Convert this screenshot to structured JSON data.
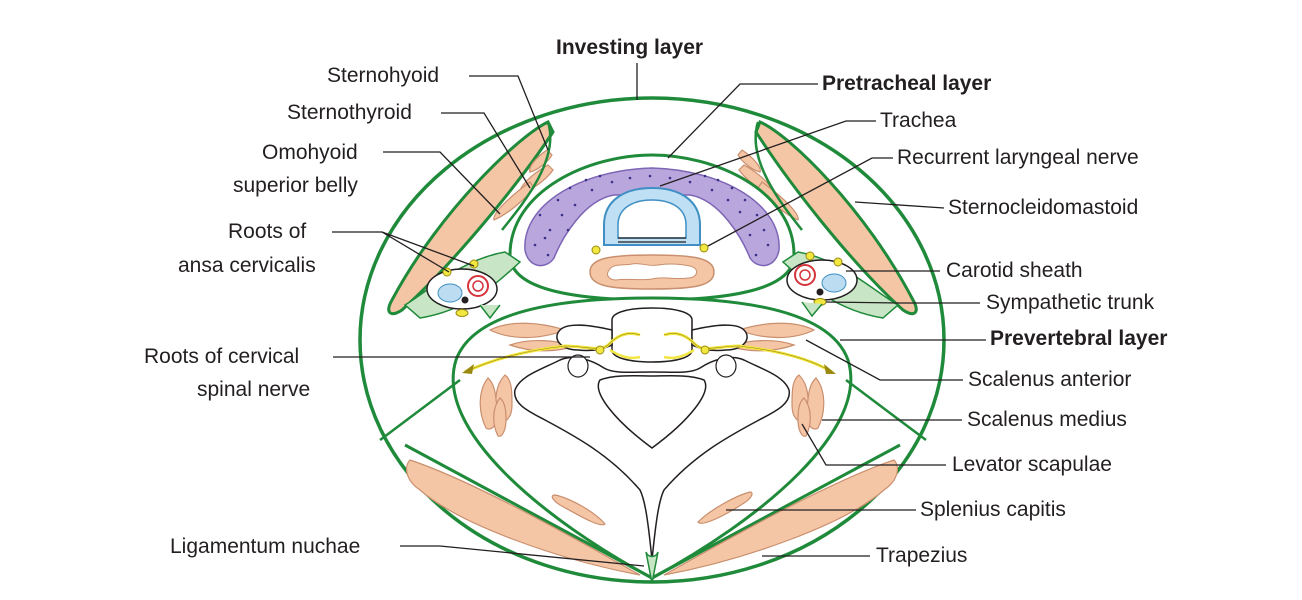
{
  "labels": {
    "investing_layer": "Investing layer",
    "pretracheal_layer": "Pretracheal layer",
    "prevertebral_layer": "Prevertebral layer",
    "sternohyoid": "Sternohyoid",
    "sternothyroid": "Sternothyroid",
    "omohyoid_line1": "Omohyoid",
    "omohyoid_line2": "superior belly",
    "roots_ansa_line1": "Roots of",
    "roots_ansa_line2": "ansa cervicalis",
    "roots_spinal_line1": "Roots of cervical",
    "roots_spinal_line2": "spinal nerve",
    "ligamentum_nuchae": "Ligamentum nuchae",
    "trachea": "Trachea",
    "recurrent_laryngeal": "Recurrent laryngeal nerve",
    "sternocleidomastoid": "Sternocleidomastoid",
    "carotid_sheath": "Carotid sheath",
    "sympathetic_trunk": "Sympathetic trunk",
    "scalenus_anterior": "Scalenus anterior",
    "scalenus_medius": "Scalenus medius",
    "levator_scapulae": "Levator scapulae",
    "splenius_capitis": "Splenius capitis",
    "trapezius": "Trapezius"
  },
  "colors": {
    "fascia": "#1f8a3a",
    "muscle": "#f5c6a5",
    "muscle_stroke": "#c98f6e",
    "trachea": "#bfe0f4",
    "trachea_stroke": "#3f8fc4",
    "thyroid": "#b9a6dc",
    "thyroid_dots": "#3b2f8a",
    "nerve": "#f2e640",
    "nerve_stroke": "#9a8a10",
    "artery_ring": "#d6343c",
    "vein": "#bcdcf1",
    "fascia_fill": "#c8e6c6",
    "leader": "#231f20",
    "text": "#231f20"
  }
}
